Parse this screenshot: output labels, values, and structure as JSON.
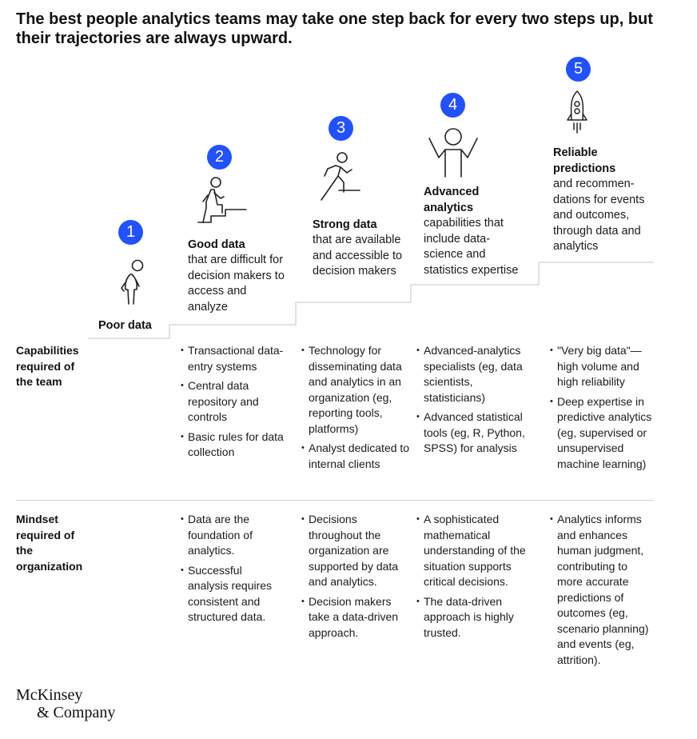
{
  "title": "The best people analytics teams may take one step back for every two steps up, but their trajectories are always upward.",
  "stages": [
    {
      "number": "1",
      "name": "Poor data",
      "description": "",
      "icon": "slouching-person-icon"
    },
    {
      "number": "2",
      "name": "Good data",
      "description": "that are difficult for decision makers to access and analyze",
      "icon": "climbing-stairs-icon"
    },
    {
      "number": "3",
      "name": "Strong data",
      "description": "that are available and accessible to decision makers",
      "icon": "running-person-icon"
    },
    {
      "number": "4",
      "name": "Advanced analytics",
      "description": "capabilities that include data-science and statistics expertise",
      "icon": "cheering-person-icon"
    },
    {
      "number": "5",
      "name": "Reliable predictions",
      "description": "and recommen-dations for events and outcomes, through data and analytics",
      "icon": "rocket-icon"
    }
  ],
  "capabilities": {
    "label": "Capabilities required of the team",
    "columns": [
      [
        "Transactional data-entry systems",
        "Central data repository and controls",
        "Basic rules for data collection"
      ],
      [
        "Technology for disseminating data and analytics in an organization (eg, reporting tools, platforms)",
        "Analyst dedicated to internal clients"
      ],
      [
        "Advanced-analytics specialists (eg, data scientists, statisticians)",
        "Advanced statistical tools (eg, R, Python, SPSS) for analysis"
      ],
      [
        "\"Very big data\"—high volume and high reliability",
        "Deep expertise in predictive analytics (eg, supervised or unsupervised machine learning)"
      ]
    ]
  },
  "mindset": {
    "label": "Mindset required of the organization",
    "columns": [
      [
        "Data are the foundation of analytics.",
        "Successful analysis requires consistent and structured data."
      ],
      [
        "Decisions throughout the organization are supported by data and analytics.",
        "Decision makers take a data-driven approach."
      ],
      [
        "A sophisticated mathematical understanding of the situation supports critical decisions.",
        "The data-driven approach is highly trusted."
      ],
      [
        "Analytics informs and enhances human judgment, contributing to more accurate predictions of outcomes (eg, scenario planning) and events (eg, attrition)."
      ]
    ]
  },
  "logo": {
    "line1": "McKinsey",
    "line2": "& Company"
  },
  "colors": {
    "accent": "#2251ff",
    "text": "#1a1a1a",
    "rule": "#d0d0d0"
  }
}
